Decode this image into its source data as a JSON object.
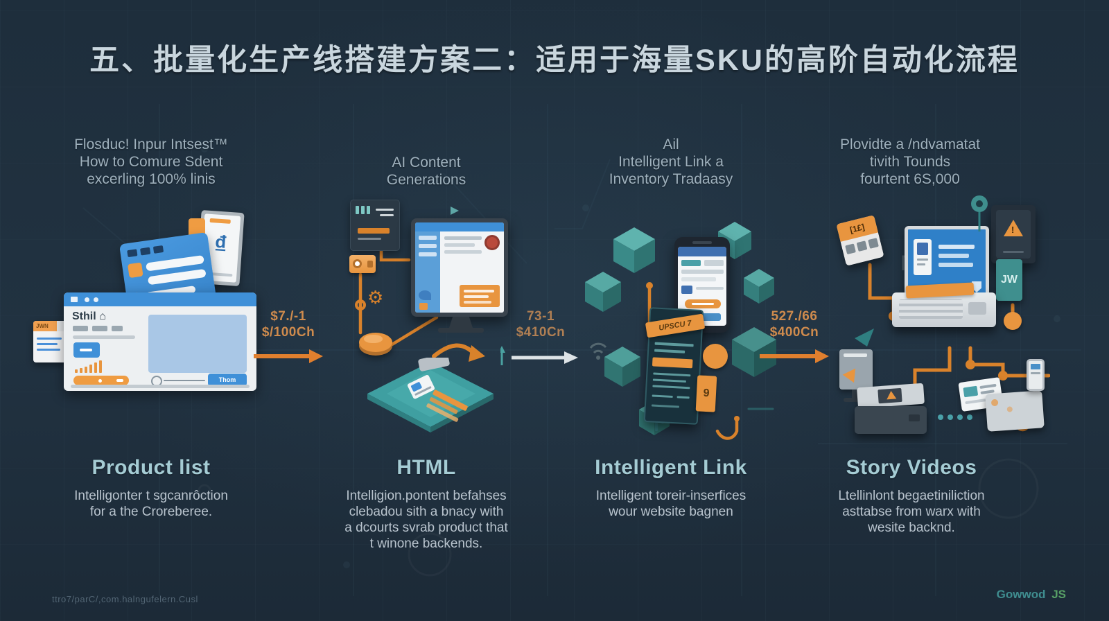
{
  "title": "五、批量化生产线搭建方案二：适用于海量SKU的高阶自动化流程",
  "columns": [
    {
      "header_lines": [
        "Flosduc! Inpur Intsest™",
        "How to Comure Sdent",
        "excerling 100% linis"
      ],
      "title": "Product list",
      "subtitle_lines": [
        "Intelligonter t sgcanrôction",
        "for a the Croreberee."
      ]
    },
    {
      "header_lines": [
        "AI Content",
        "Generations"
      ],
      "title": "HTML",
      "subtitle_lines": [
        "Intelligion.pontent befahses",
        "clebadou sith a bnacy with",
        "a dcourts svrab product that",
        "t winone backends."
      ]
    },
    {
      "header_lines": [
        "Ail",
        "Intelligent Link a",
        "Inventory Tradaasy"
      ],
      "title": "Intelligent Link",
      "subtitle_lines": [
        "Intelligent toreir-inserfices",
        "wour website bagnen"
      ]
    },
    {
      "header_lines": [
        "Plovidte a /ndvamatat",
        "tivith Tounds",
        "fourtent 6S,000"
      ],
      "title": "Story Videos",
      "subtitle_lines": [
        "Ltellinlont begaetiniliction",
        "asttabse from warx with",
        "wesite backnd."
      ]
    }
  ],
  "arrows": [
    {
      "lines": [
        "$7./-1",
        "$/100Ch"
      ]
    },
    {
      "lines": [
        "73-1",
        "$410Cn"
      ]
    },
    {
      "lines": [
        "527./66",
        "$400Cn"
      ]
    }
  ],
  "illustrations": {
    "browser_title": "Sthil",
    "browser_home_icon": "⌂",
    "side_card_label": "JWN",
    "submit_button": "Thom",
    "doc_glyph": "₫",
    "intelligent_doc_banner": "UPSCU 7",
    "intelligent_badge": "9",
    "price_card_label": "[1£]",
    "teal_panel_label": "JW"
  },
  "colors": {
    "background": "#203140",
    "accent_orange": "#e8953f",
    "accent_teal": "#3f9fa1",
    "accent_blue": "#3f90d8",
    "title_text": "#c9d6de"
  },
  "footer": {
    "left": "ttro7/parC/,com.halngufelern.Cusl",
    "right_brand": "Gowwod",
    "right_suffix": "JS"
  }
}
